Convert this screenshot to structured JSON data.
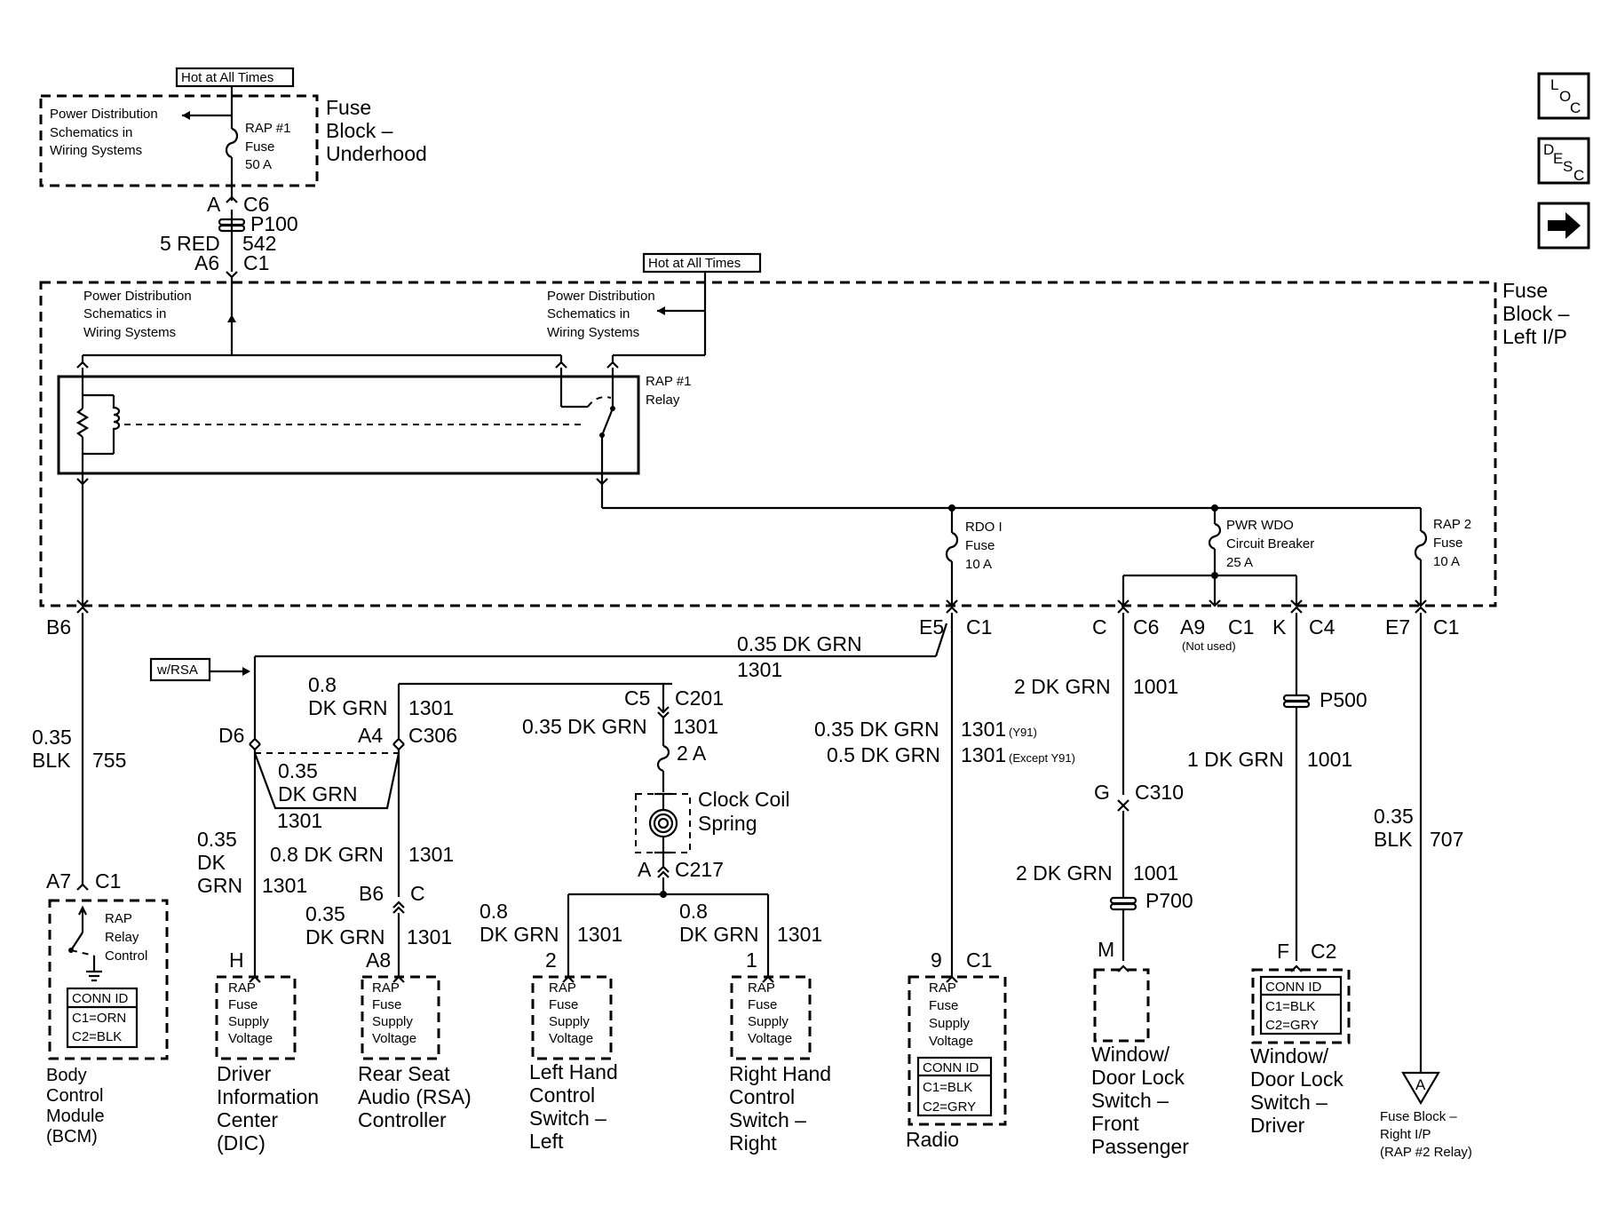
{
  "nav_buttons": {
    "loc": [
      "L",
      "O",
      "C"
    ],
    "desc": [
      "D",
      "E",
      "S",
      "C"
    ],
    "next_icon": "right-arrow-icon"
  },
  "hot_labels": [
    "Hot at All Times",
    "Hot at All Times"
  ],
  "underhood": {
    "title": [
      "Fuse",
      "Block –",
      "Underhood"
    ],
    "pds": [
      "Power Distribution",
      "Schematics in",
      "Wiring Systems"
    ],
    "fuse": [
      "RAP #1",
      "Fuse",
      "50 A"
    ]
  },
  "p100": {
    "top_pins": [
      "A",
      "C6"
    ],
    "label": "P100",
    "wire": [
      "5 RED",
      "542"
    ],
    "bottom_pins": [
      "A6",
      "C1"
    ]
  },
  "left_ip": {
    "title": [
      "Fuse",
      "Block –",
      "Left I/P"
    ],
    "pds_left": [
      "Power Distribution",
      "Schematics in",
      "Wiring Systems"
    ],
    "pds_right": [
      "Power Distribution",
      "Schematics in",
      "Wiring Systems"
    ],
    "relay": [
      "RAP #1",
      "Relay"
    ],
    "fuse_rdo": [
      "RDO I",
      "Fuse",
      "10 A"
    ],
    "breaker": [
      "PWR WDO",
      "Circuit Breaker",
      "25 A"
    ],
    "fuse_rap2": [
      "RAP 2",
      "Fuse",
      "10 A"
    ]
  },
  "pins_top": {
    "b6": "B6",
    "e5": "E5",
    "e5c": "C1",
    "c": "C",
    "c6": "C6",
    "a9": "A9",
    "a9c": "C1",
    "not_used": "(Not used)",
    "k": "K",
    "c4": "C4",
    "e7": "E7",
    "e7c": "C1"
  },
  "wires": {
    "bcm_size": "0.35",
    "bcm_color": "BLK",
    "bcm_circuit": "755",
    "rsa_option": "w/RSA",
    "main_color": "0.35 DK GRN",
    "main_circuit": "1301",
    "d6": "D6",
    "a4_size": "0.8",
    "a4_color": "DK GRN",
    "a4_circuit": "1301",
    "a4": "A4",
    "c306": "C306",
    "splice_size": "0.35",
    "splice_color": "DK GRN",
    "splice_circuit": "1301",
    "dic_size": "0.35",
    "dic_dk": "DK",
    "dic_grn": "GRN",
    "dic_circuit": "1301",
    "rsa_wire": "0.8 DK GRN",
    "rsa_circuit": "1301",
    "b6c": "B6",
    "c_pin": "C",
    "a8_size": "0.35",
    "a8_color": "DK GRN",
    "a8_circuit": "1301",
    "a8": "A8",
    "c5": "C5",
    "c201": "C201",
    "clock_color": "0.35 DK GRN",
    "clock_circuit": "1301",
    "clock_fuse": "2 A",
    "clock_label": [
      "Clock Coil",
      "Spring"
    ],
    "a_pin": "A",
    "c217": "C217",
    "lh_size": "0.8",
    "lh_color": "DK GRN",
    "lh_circuit": "1301",
    "rh_size": "0.8",
    "rh_color": "DK GRN",
    "rh_circuit": "1301",
    "lh_pin": "2",
    "rh_pin": "1",
    "radio_color1": "0.35 DK GRN",
    "radio_circuit1": "1301",
    "radio_opt1": "(Y91)",
    "radio_color2": "0.5 DK GRN",
    "radio_circuit2": "1301",
    "radio_opt2": "(Except Y91)",
    "radio_pin": "9",
    "radio_conn": "C1",
    "fp_color": "2 DK GRN",
    "fp_circuit": "1001",
    "g": "G",
    "c310": "C310",
    "fp_color2": "2 DK GRN",
    "fp_circuit2": "1001",
    "p700": "P700",
    "m": "M",
    "drv_p500": "P500",
    "drv_color": "1 DK GRN",
    "drv_circuit": "1001",
    "f": "F",
    "c2": "C2",
    "rap2_size": "0.35",
    "rap2_color": "BLK",
    "rap2_circuit": "707",
    "a7": "A7",
    "a7c": "C1",
    "h": "H"
  },
  "components": {
    "bcm_inner": [
      "RAP",
      "Relay",
      "Control"
    ],
    "bcm_conn": [
      "CONN ID",
      "C1=ORN",
      "C2=BLK"
    ],
    "bcm_label": [
      "Body",
      "Control",
      "Module",
      "(BCM)"
    ],
    "dic_inner": [
      "RAP",
      "Fuse",
      "Supply",
      "Voltage"
    ],
    "dic_label": [
      "Driver",
      "Information",
      "Center",
      "(DIC)"
    ],
    "rsa_inner": [
      "RAP",
      "Fuse",
      "Supply",
      "Voltage"
    ],
    "rsa_label": [
      "Rear Seat",
      "Audio (RSA)",
      "Controller"
    ],
    "lh_inner": [
      "RAP",
      "Fuse",
      "Supply",
      "Voltage"
    ],
    "lh_label": [
      "Left Hand",
      "Control",
      "Switch –",
      "Left"
    ],
    "rh_inner": [
      "RAP",
      "Fuse",
      "Supply",
      "Voltage"
    ],
    "rh_label": [
      "Right Hand",
      "Control",
      "Switch –",
      "Right"
    ],
    "radio_inner": [
      "RAP",
      "Fuse",
      "Supply",
      "Voltage"
    ],
    "radio_conn": [
      "CONN ID",
      "C1=BLK",
      "C2=GRY"
    ],
    "radio_label": [
      "Radio"
    ],
    "fp_label": [
      "Window/",
      "Door Lock",
      "Switch –",
      "Front",
      "Passenger"
    ],
    "drv_conn": [
      "CONN ID",
      "C1=BLK",
      "C2=GRY"
    ],
    "drv_label": [
      "Window/",
      "Door Lock",
      "Switch –",
      "Driver"
    ],
    "offpage_letter": "A",
    "offpage_label": [
      "Fuse Block –",
      "Right I/P",
      "(RAP #2 Relay)"
    ]
  }
}
